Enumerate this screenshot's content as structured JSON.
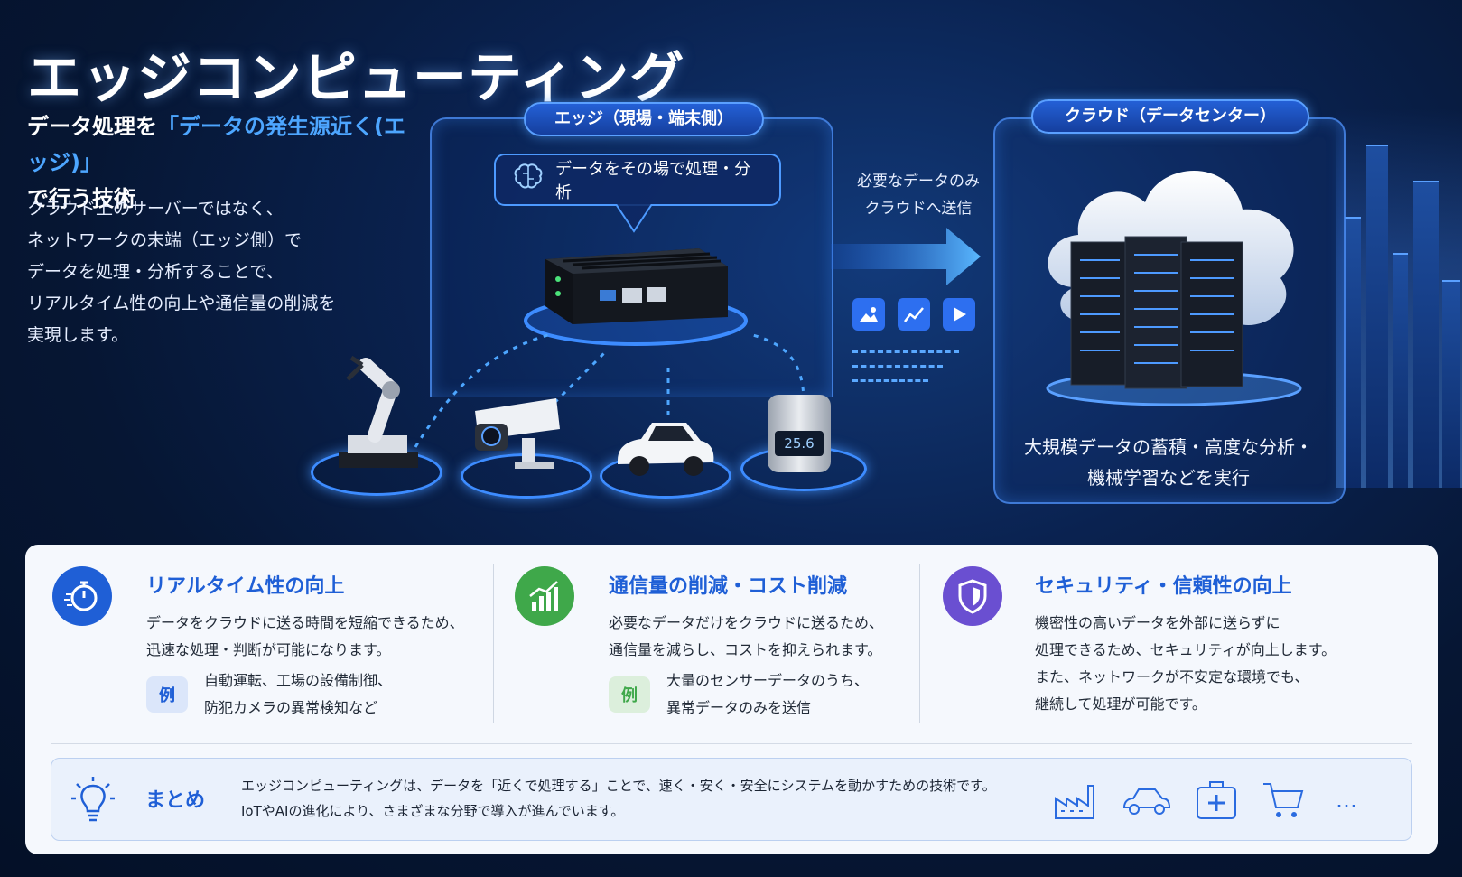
{
  "title": "エッジコンピューティング",
  "subtitle": {
    "prefix": "データ処理を",
    "highlight": "「データの発生源近く(エッジ)」",
    "suffix": "で行う技術"
  },
  "description": [
    "クラウド上のサーバーではなく、",
    "ネットワークの末端（エッジ側）で",
    "データを処理・分析することで、",
    "リアルタイム性の向上や通信量の削減を",
    "実現します。"
  ],
  "edge": {
    "label": "エッジ（現場・端末側）",
    "bubble": "データをその場で処理・分析",
    "sensor_reading": "25.6"
  },
  "transfer": {
    "label_line1": "必要なデータのみ",
    "label_line2": "クラウドへ送信"
  },
  "cloud": {
    "label": "クラウド（データセンター）",
    "caption_line1": "大規模データの蓄積・高度な分析・",
    "caption_line2": "機械学習などを実行"
  },
  "features": [
    {
      "title": "リアルタイム性の向上",
      "body": [
        "データをクラウドに送る時間を短縮できるため、",
        "迅速な処理・判断が可能になります。"
      ],
      "example_label": "例",
      "example": [
        "自動運転、工場の設備制御、",
        "防犯カメラの異常検知など"
      ],
      "color": "#1f5fd6"
    },
    {
      "title": "通信量の削減・コスト削減",
      "body": [
        "必要なデータだけをクラウドに送るため、",
        "通信量を減らし、コストを抑えられます。"
      ],
      "example_label": "例",
      "example": [
        "大量のセンサーデータのうち、",
        "異常データのみを送信"
      ],
      "color": "#3fa84a"
    },
    {
      "title": "セキュリティ・信頼性の向上",
      "body": [
        "機密性の高いデータを外部に送らずに",
        "処理できるため、セキュリティが向上します。",
        "また、ネットワークが不安定な環境でも、",
        "継続して処理が可能です。"
      ],
      "color": "#6a4fd1"
    }
  ],
  "summary": {
    "label": "まとめ",
    "line1": "エッジコンピューティングは、データを「近くで処理する」ことで、速く・安く・安全にシステムを動かすための技術です。",
    "line2": "IoTやAIの進化により、さまざまな分野で導入が進んでいます。",
    "more": "…"
  },
  "icons": {
    "brain": "brain-icon",
    "stopwatch": "stopwatch-icon",
    "growth": "growth-chart-icon",
    "shield": "shield-icon",
    "bulb": "lightbulb-icon"
  }
}
